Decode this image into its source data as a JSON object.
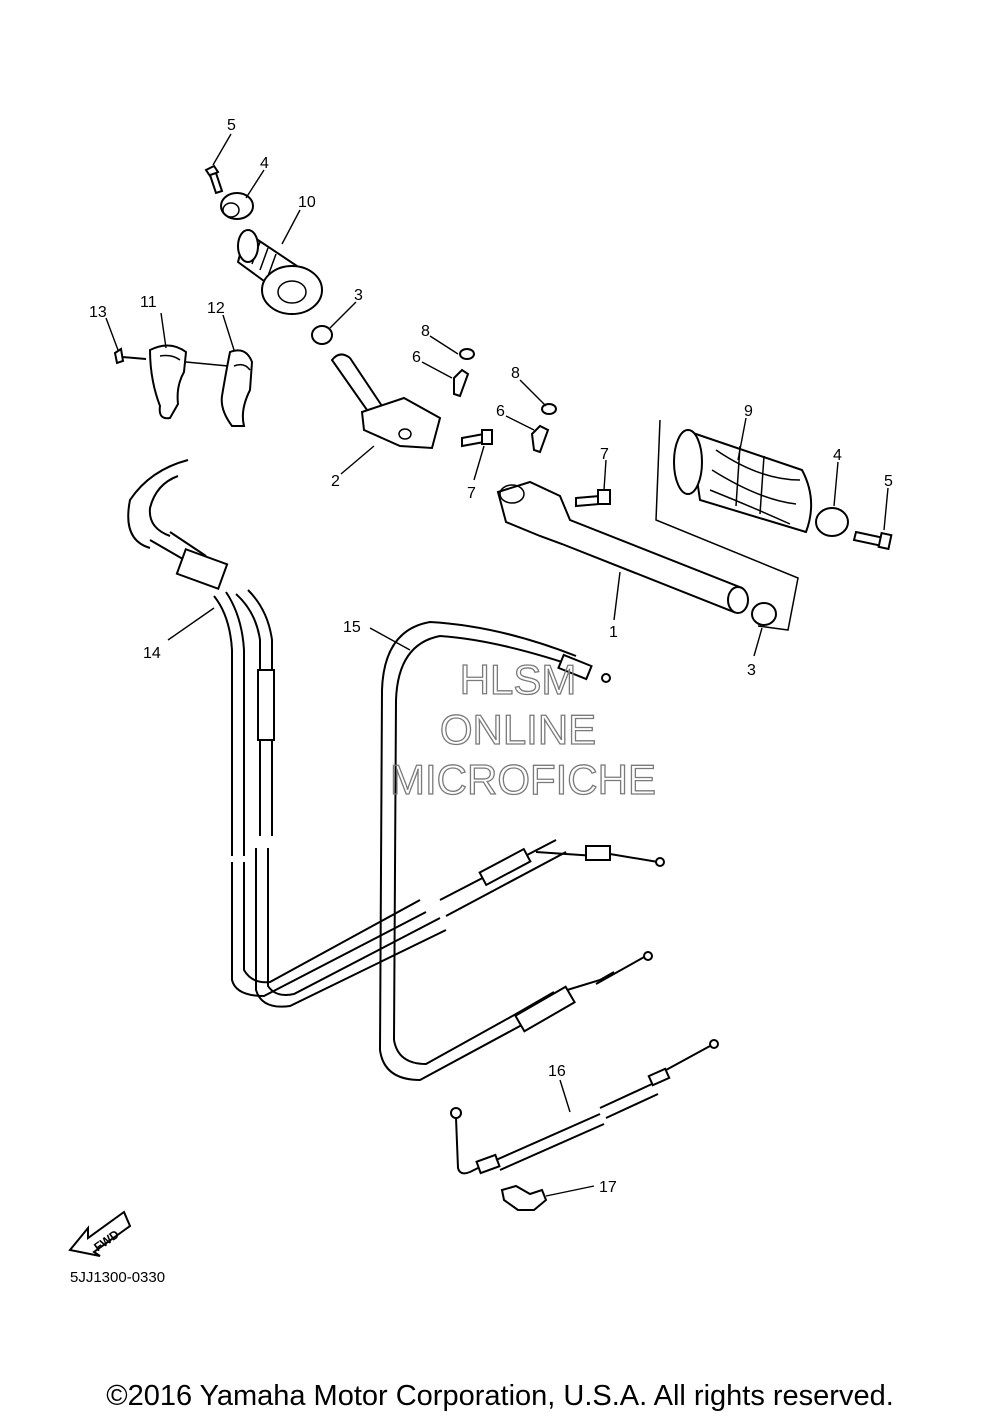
{
  "diagram": {
    "callouts": {
      "c1": "1",
      "c2": "2",
      "c3a": "3",
      "c3b": "3",
      "c4a": "4",
      "c4b": "4",
      "c5a": "5",
      "c5b": "5",
      "c6a": "6",
      "c6b": "6",
      "c7a": "7",
      "c7b": "7",
      "c8a": "8",
      "c8b": "8",
      "c9": "9",
      "c10": "10",
      "c11": "11",
      "c12": "12",
      "c13": "13",
      "c14": "14",
      "c15": "15",
      "c16": "16",
      "c17": "17"
    },
    "fwd_label": "FWD",
    "reference_code": "5JJ1300-0330"
  },
  "watermark": {
    "line1": "HLSM",
    "line2": "ONLINE",
    "line3": "MICROFICHE"
  },
  "footer": {
    "copyright": "©2016 Yamaha Motor Corporation, U.S.A. All rights reserved."
  }
}
